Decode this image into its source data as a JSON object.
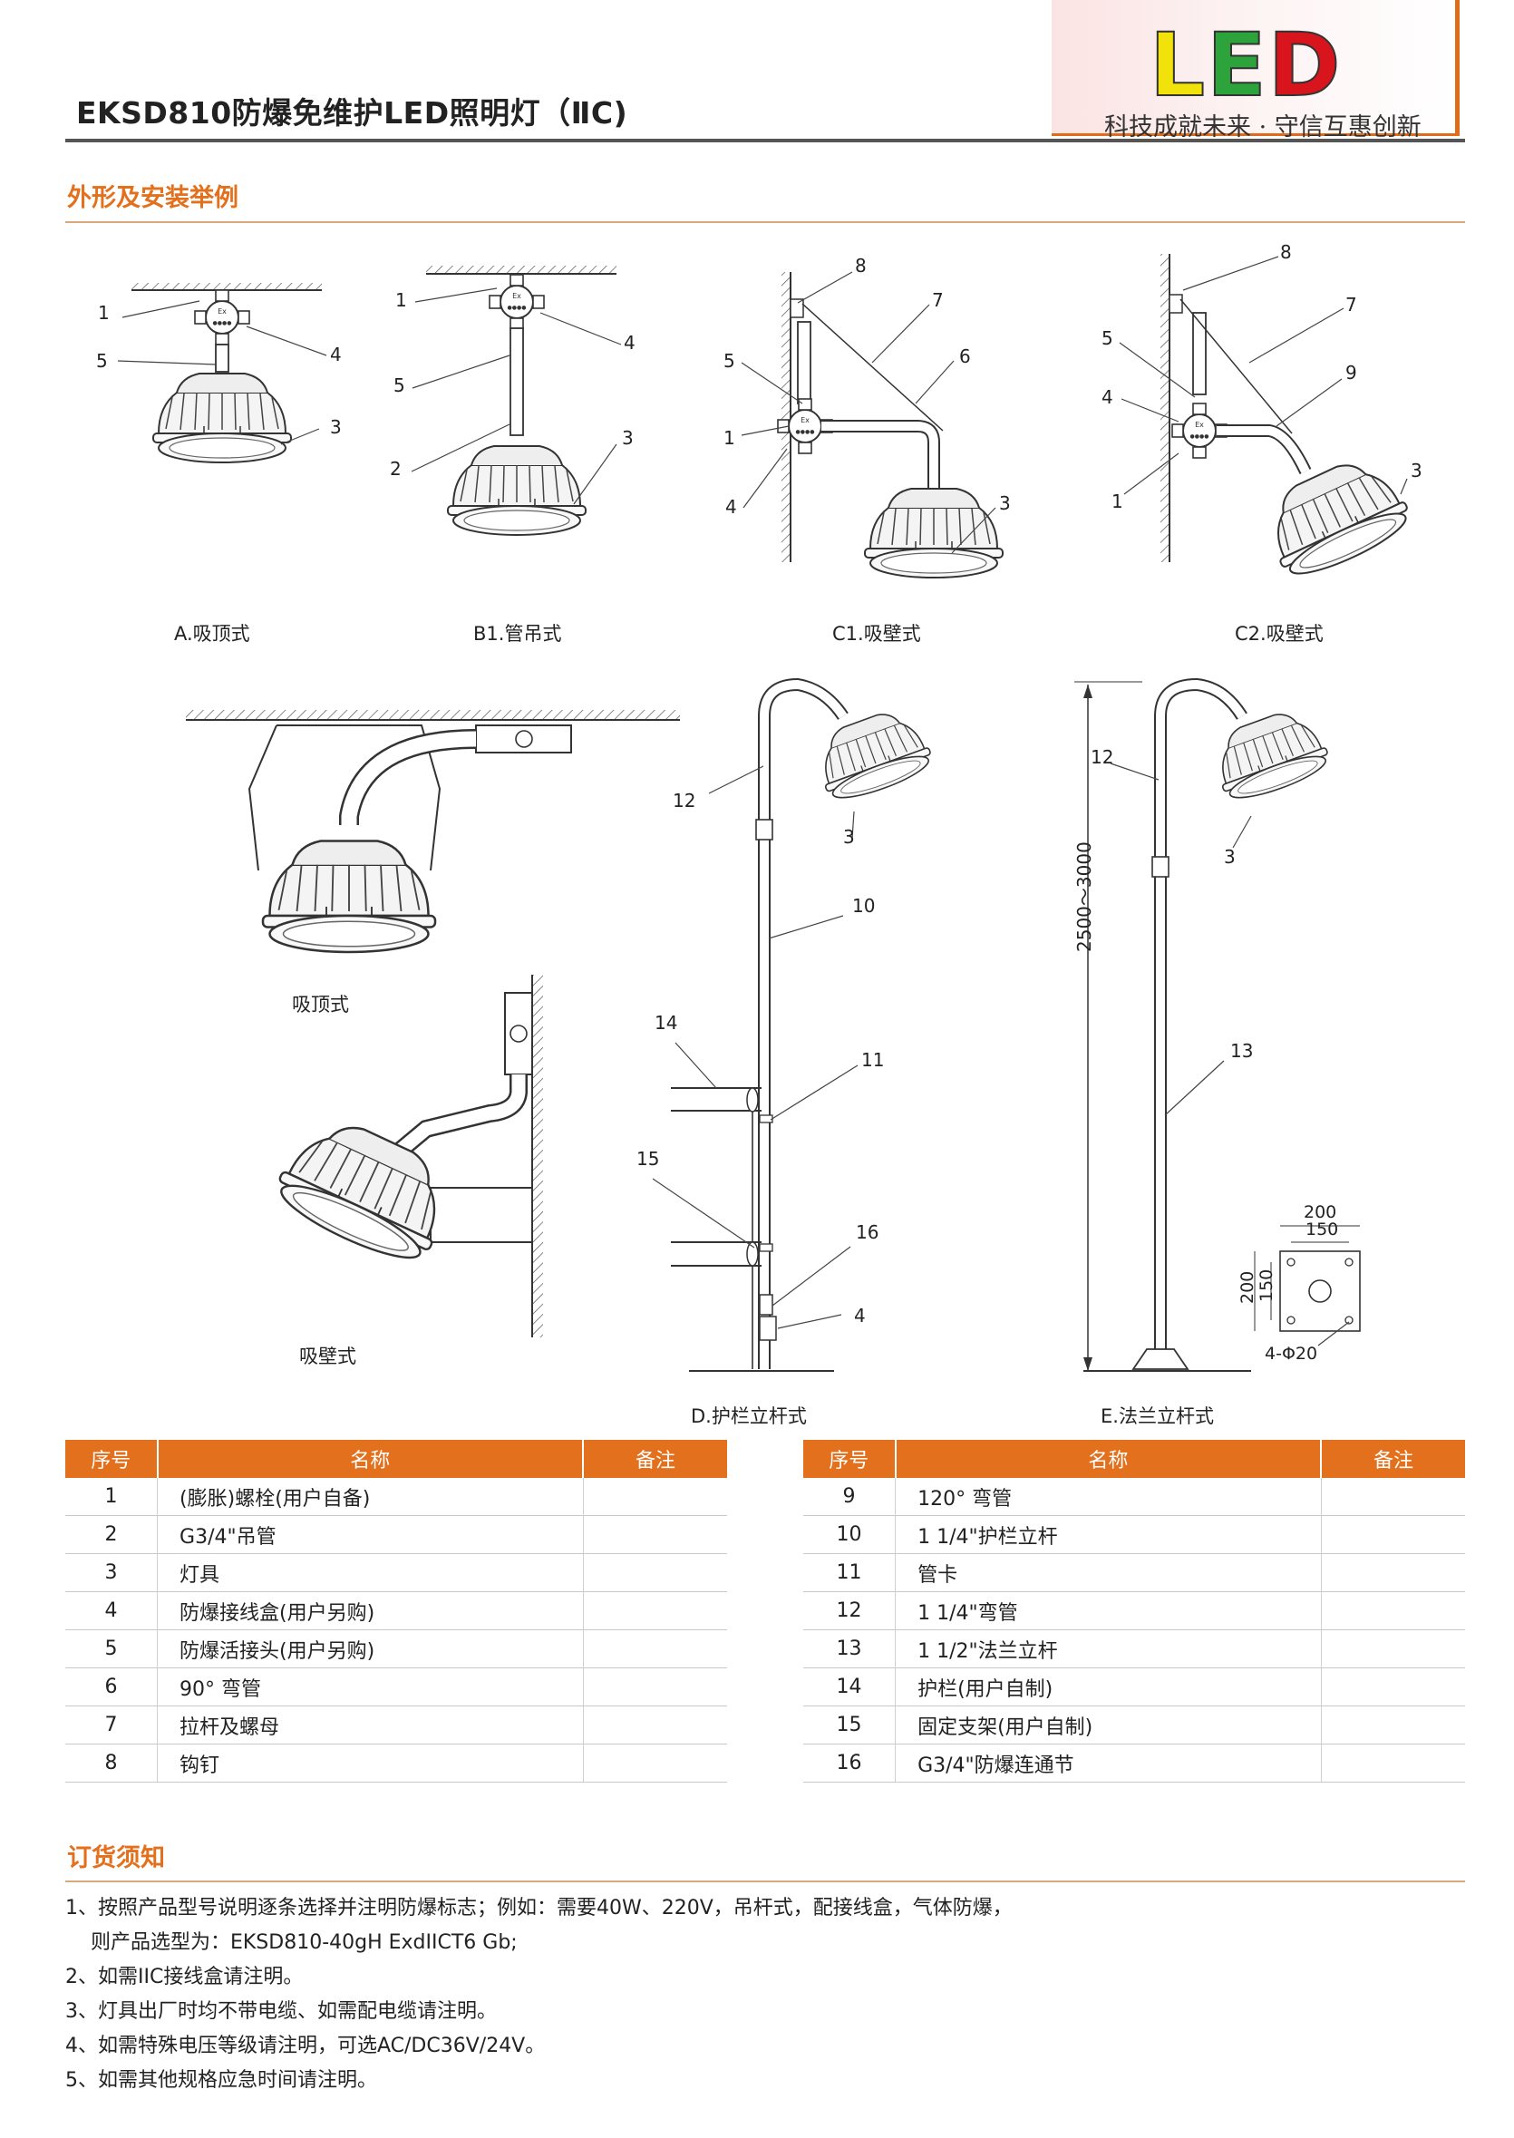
{
  "header": {
    "title": "EKSD810防爆免维护LED照明灯（ⅡC)",
    "logo_letters": [
      "L",
      "E",
      "D"
    ],
    "slogan": "科技成就未来 · 守信互惠创新"
  },
  "section_install": {
    "heading": "外形及安装举例",
    "captions": {
      "a": "A.吸顶式",
      "b1": "B1.管吊式",
      "c1": "C1.吸壁式",
      "c2": "C2.吸壁式",
      "ceiling_photo": "吸顶式",
      "wall_photo": "吸壁式",
      "d": "D.护栏立杆式",
      "e": "E.法兰立杆式"
    },
    "dimensions": {
      "height": "2500～3000",
      "flange_w_outer": "200",
      "flange_w_inner": "150",
      "flange_h_outer": "200",
      "flange_h_inner": "150",
      "holes": "4-Φ20"
    }
  },
  "parts_table": {
    "headers": [
      "序号",
      "名称",
      "备注"
    ],
    "left": [
      {
        "no": "1",
        "name": "(膨胀)螺栓(用户自备)",
        "note": ""
      },
      {
        "no": "2",
        "name": "G3/4\"吊管",
        "note": ""
      },
      {
        "no": "3",
        "name": "灯具",
        "note": ""
      },
      {
        "no": "4",
        "name": "防爆接线盒(用户另购)",
        "note": ""
      },
      {
        "no": "5",
        "name": "防爆活接头(用户另购)",
        "note": ""
      },
      {
        "no": "6",
        "name": "90°  弯管",
        "note": ""
      },
      {
        "no": "7",
        "name": "拉杆及螺母",
        "note": ""
      },
      {
        "no": "8",
        "name": "钩钉",
        "note": ""
      }
    ],
    "right": [
      {
        "no": "9",
        "name": "120°  弯管",
        "note": ""
      },
      {
        "no": "10",
        "name": "1 1/4\"护栏立杆",
        "note": ""
      },
      {
        "no": "11",
        "name": "管卡",
        "note": ""
      },
      {
        "no": "12",
        "name": "1 1/4\"弯管",
        "note": ""
      },
      {
        "no": "13",
        "name": "1 1/2\"法兰立杆",
        "note": ""
      },
      {
        "no": "14",
        "name": "护栏(用户自制)",
        "note": ""
      },
      {
        "no": "15",
        "name": "固定支架(用户自制)",
        "note": ""
      },
      {
        "no": "16",
        "name": "G3/4\"防爆连通节",
        "note": ""
      }
    ]
  },
  "section_order": {
    "heading": "订货须知",
    "lines": [
      "1、按照产品型号说明逐条选择并注明防爆标志；例如：需要40W、220V，吊杆式，配接线盒，气体防爆，",
      "    则产品选型为：EKSD810-40gH ExdIICT6 Gb;",
      "2、如需IIC接线盒请注明。",
      "3、灯具出厂时均不带电缆、如需配电缆请注明。",
      "4、如需特殊电压等级请注明，可选AC/DC36V/24V。",
      "5、如需其他规格应急时间请注明。"
    ]
  }
}
